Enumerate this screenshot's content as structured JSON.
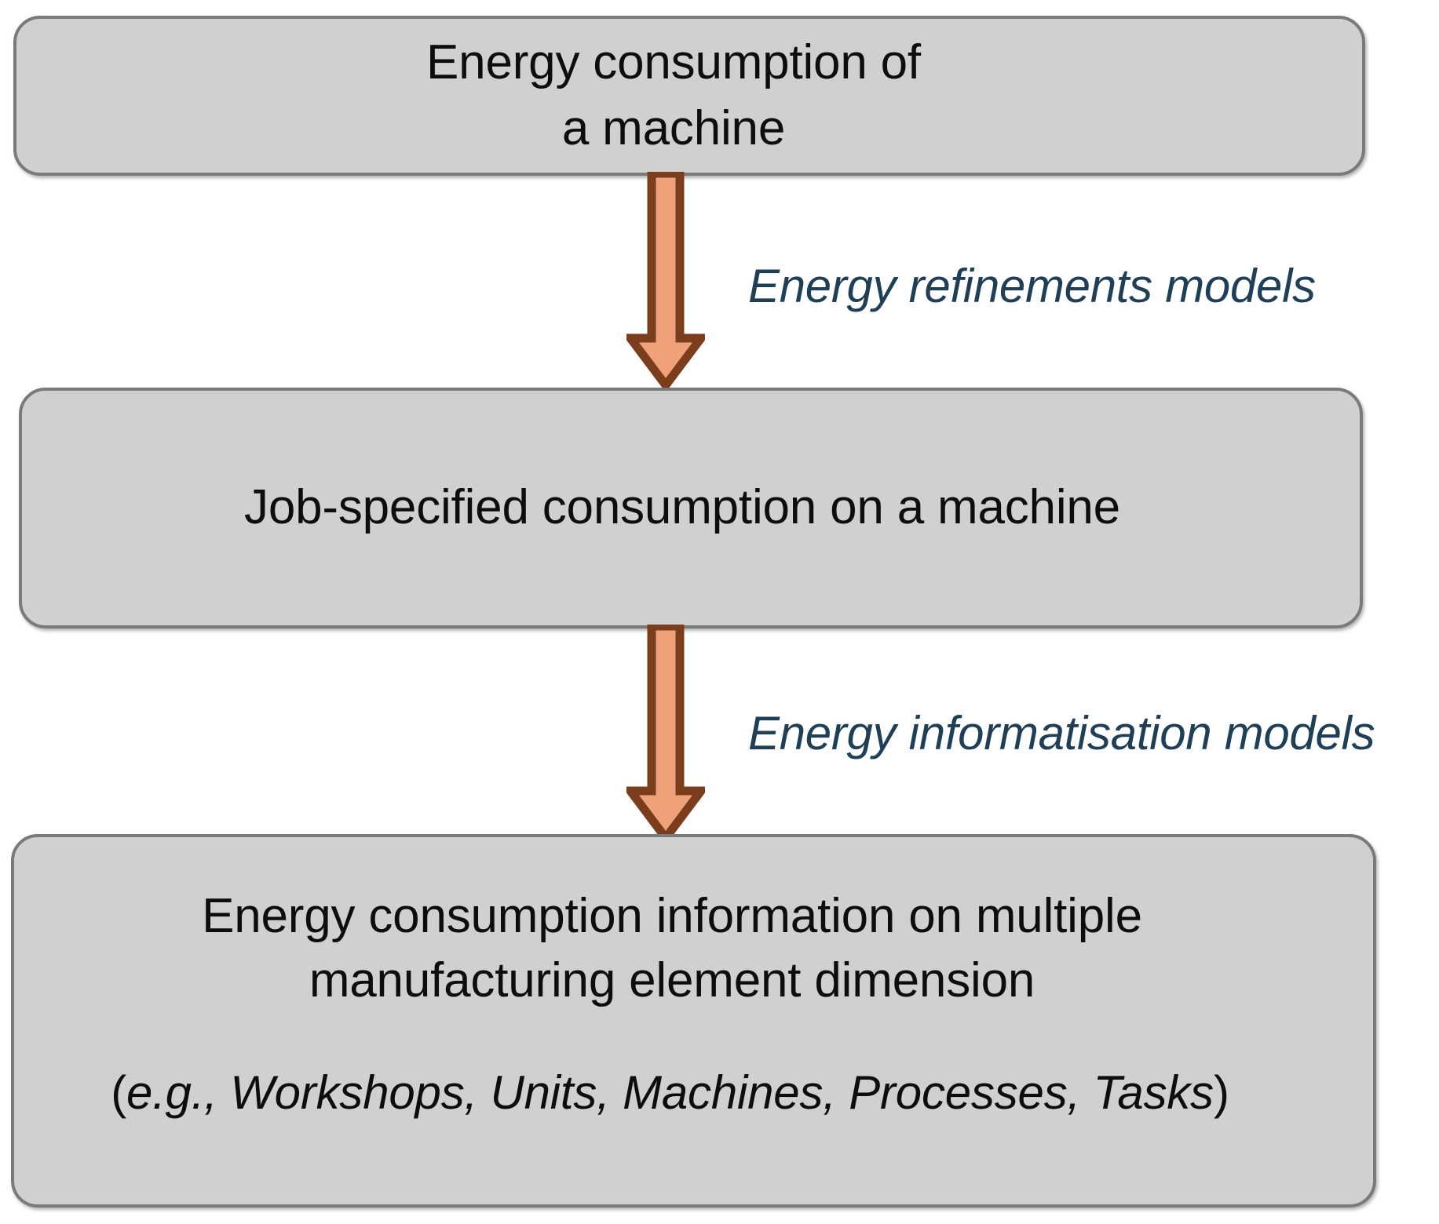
{
  "diagram": {
    "type": "vertical-flow",
    "background_color": "#ffffff",
    "node_fill_color": "#d0d0d0",
    "node_border_color": "#7a7a7a",
    "node_text_color": "#0d0d0d",
    "arrow_fill_color": "#efa17a",
    "arrow_border_color": "#7b3e1d",
    "label_text_color": "#1e3f55"
  },
  "nodes": [
    {
      "id": "energy-consumption-machine",
      "text": "Energy consumption of\na machine"
    },
    {
      "id": "job-specified-consumption",
      "text": "Job-specified consumption on a machine"
    },
    {
      "id": "energy-info-dimension",
      "text": "Energy consumption information on multiple\nmanufacturing element dimension",
      "example_prefix": "(",
      "example_italic": "e.g., Workshops, Units, Machines, Processes, Tasks",
      "example_suffix": ")"
    }
  ],
  "edges": [
    {
      "id": "energy-refinements",
      "label": "Energy refinements models",
      "from": "energy-consumption-machine",
      "to": "job-specified-consumption",
      "arrow_direction": "down"
    },
    {
      "id": "energy-informatisation",
      "label": "Energy informatisation models",
      "from": "job-specified-consumption",
      "to": "energy-info-dimension",
      "arrow_direction": "down"
    }
  ]
}
